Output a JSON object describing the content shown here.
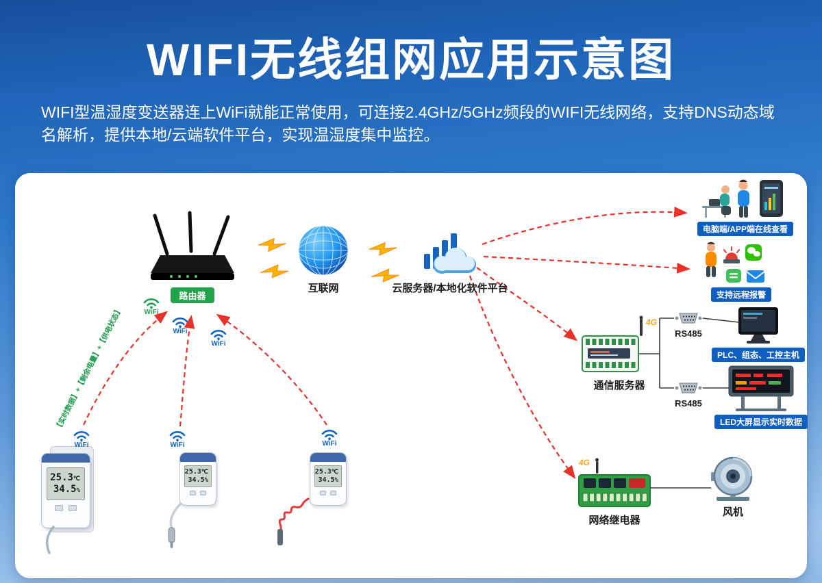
{
  "header": {
    "title": "WIFI无线组网应用示意图",
    "description": "WIFI型温湿度变送器连上WiFi就能正常使用，可连接2.4GHz/5GHz频段的WIFI无线网络，支持DNS动态域名解析，提供本地/云端软件平台，实现温湿度集中监控。"
  },
  "colors": {
    "accent_green": "#21a24b",
    "accent_blue": "#0f5fc0",
    "arrow_red": "#e8312a",
    "bolt_yellow": "#ffb300"
  },
  "nodes": {
    "router": {
      "label": "路由器"
    },
    "internet": {
      "label": "互联网"
    },
    "cloud": {
      "label": "云服务器/本地化软件平台"
    },
    "pc_app": {
      "label": "电脑端/APP端在线查看"
    },
    "remote_alarm": {
      "label": "支持远程报警"
    },
    "comm_server": {
      "label": "通信服务器",
      "badge_4g": "4G"
    },
    "rs485_top": "RS485",
    "rs485_bottom": "RS485",
    "plc": {
      "label": "PLC、组态、工控主机"
    },
    "led": {
      "label": "LED大屏显示实时数据"
    },
    "relay": {
      "label": "网络继电器",
      "badge_4g": "4G"
    },
    "fan": {
      "label": "风机"
    }
  },
  "wifi": {
    "label": "WiFi"
  },
  "chain_text": "【实时数据】+【剩余电量】+【供电状态】",
  "sensors": [
    {
      "temp": "25.3",
      "temp_unit": "℃",
      "hum": "34.5",
      "hum_unit": "%"
    },
    {
      "temp": "25.3",
      "temp_unit": "℃",
      "hum": "34.5",
      "hum_unit": "%"
    },
    {
      "temp": "25.3",
      "temp_unit": "℃",
      "hum": "34.5",
      "hum_unit": "%"
    }
  ]
}
